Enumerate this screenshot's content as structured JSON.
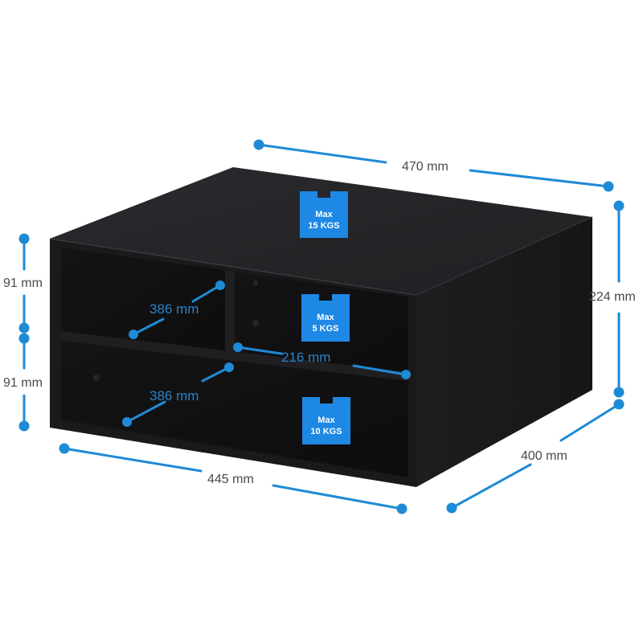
{
  "dimensions": {
    "top_width": "470 mm",
    "height": "224 mm",
    "depth": "400 mm",
    "front_width": "445 mm",
    "upper_shelf_height": "91 mm",
    "lower_shelf_height": "91 mm",
    "upper_left_depth": "386 mm",
    "lower_depth": "386 mm",
    "upper_right_width": "216 mm"
  },
  "load_badges": {
    "top": {
      "line1": "Max",
      "line2": "15 KGS"
    },
    "upper_right": {
      "line1": "Max",
      "line2": "5 KGS"
    },
    "lower": {
      "line1": "Max",
      "line2": "10 KGS"
    }
  },
  "colors": {
    "accent": "#1f8ad6",
    "badge": "#1e88e5",
    "product": "#1c1c1e",
    "label_gray": "#4a4a4a"
  }
}
